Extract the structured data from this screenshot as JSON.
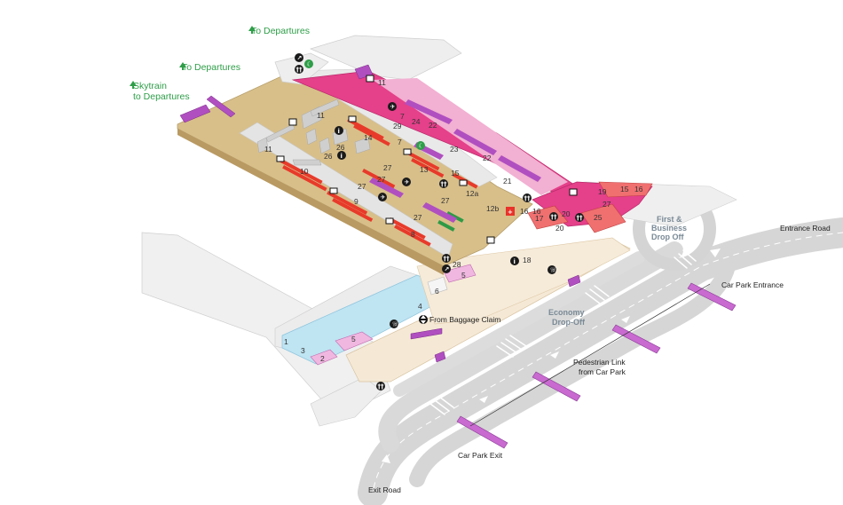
{
  "signs": {
    "skytrain_line1": "Skytrain",
    "skytrain_line2": "to Departures",
    "to_departures_1": "To Departures",
    "to_departures_2": "To Departures",
    "from_baggage": "From Baggage Claim"
  },
  "roads": {
    "entrance_road": "Entrance Road",
    "exit_road": "Exit Road",
    "car_park_entrance": "Car Park Entrance",
    "car_park_exit": "Car Park Exit",
    "pedestrian_line1": "Pedestrian Link",
    "pedestrian_line2": "from Car Park"
  },
  "zones": {
    "economy_line1": "Economy",
    "economy_line2": "Drop-Off",
    "first_line1": "First &",
    "first_line2": "Business",
    "first_line3": "Drop Off"
  },
  "numbers": [
    "1",
    "2",
    "3",
    "4",
    "5",
    "5",
    "6",
    "7",
    "7",
    "8",
    "9",
    "10",
    "11",
    "11",
    "11",
    "12a",
    "12b",
    "13",
    "14",
    "15",
    "15",
    "16",
    "16",
    "16",
    "17",
    "18",
    "19",
    "20",
    "20",
    "21",
    "22",
    "22",
    "23",
    "24",
    "25",
    "26",
    "26",
    "27",
    "27",
    "27",
    "27",
    "27",
    "27",
    "28",
    "29"
  ],
  "colors": {
    "hall": "#d8bf8a",
    "pink": "#e5408a",
    "purple": "#b04fc0",
    "green": "#2e9e48",
    "grey_slab": "#e6e6e6",
    "arrival_floor": "#f5e9d6",
    "blue_area": "#bfe4f2",
    "red_seats": "#e83a2a",
    "road": "#d6d6d6"
  },
  "icons": [
    "escalator-icon",
    "restroom-icon",
    "prayer-room-icon",
    "information-icon",
    "telephone-icon",
    "lift-icon",
    "airplane-icon",
    "first-aid-icon",
    "luggage-icon"
  ]
}
